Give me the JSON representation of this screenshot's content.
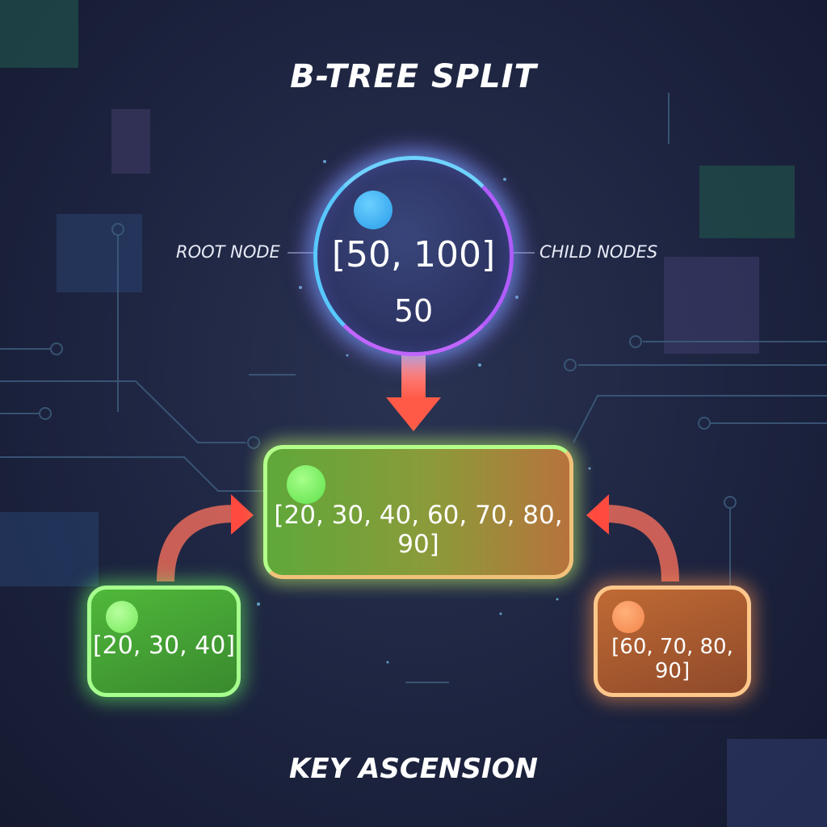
{
  "title": "B-TREE SPLIT",
  "footer": "KEY ASCENSION",
  "labels": {
    "left": "ROOT NODE",
    "right": "CHILD NODES"
  },
  "root": {
    "keys": "[50, 100]",
    "promoted": "50"
  },
  "center_node": {
    "keys": "[20, 30, 40, 60, 70, 80, 90]"
  },
  "left_child": {
    "keys": "[20, 30, 40]"
  },
  "right_child": {
    "keys": "[60, 70, 80, 90]"
  },
  "colors": {
    "background": "#1d2440",
    "root_ring": "#7fd8ff",
    "arrow": "#ff5a4a",
    "green": "#6ee05a",
    "orange": "#e88a4a"
  }
}
